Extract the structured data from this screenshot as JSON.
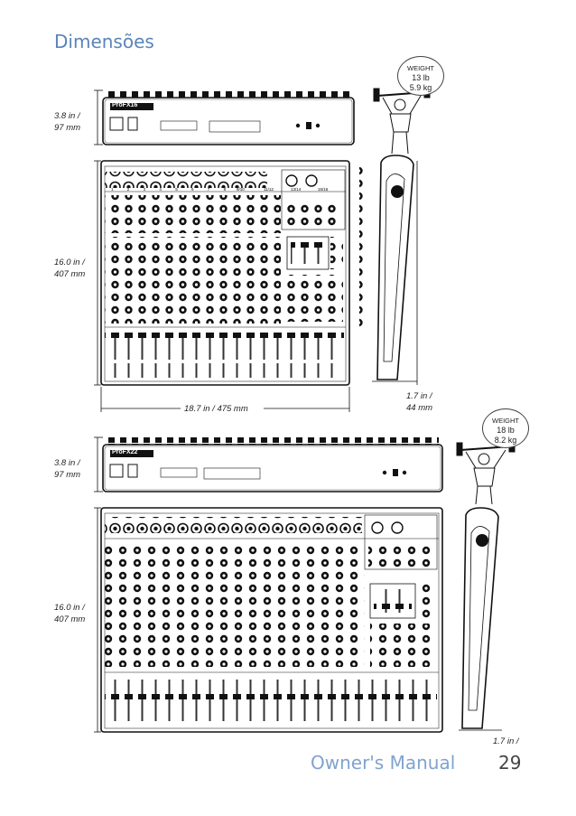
{
  "page": {
    "title": "Dimensões",
    "footer_label": "Owner's Manual",
    "page_number": "29"
  },
  "fx16": {
    "model": "ProFX16",
    "weight_label": "WEIGHT",
    "weight_lb": "13 lb",
    "weight_kg": "5.9 kg",
    "rear_height_in": "3.8 in /",
    "rear_height_mm": "97 mm",
    "depth_in": "16.0 in /",
    "depth_mm": "407 mm",
    "width": "18.7 in / 475 mm",
    "side_height_in": "1.7 in /",
    "side_height_mm": "44 mm",
    "section_labels": [
      "1",
      "2",
      "3",
      "4",
      "5",
      "6",
      "7",
      "8",
      "9/10",
      "11/12",
      "13/14",
      "15/16"
    ]
  },
  "fx22": {
    "model": "ProFX22",
    "weight_label": "WEIGHT",
    "weight_lb": "18 lb",
    "weight_kg": "8.2 kg",
    "rear_height_in": "3.8 in /",
    "rear_height_mm": "97 mm",
    "depth_in": "16.0 in /",
    "depth_mm": "407 mm",
    "side_height_in": "1.7 in /"
  }
}
